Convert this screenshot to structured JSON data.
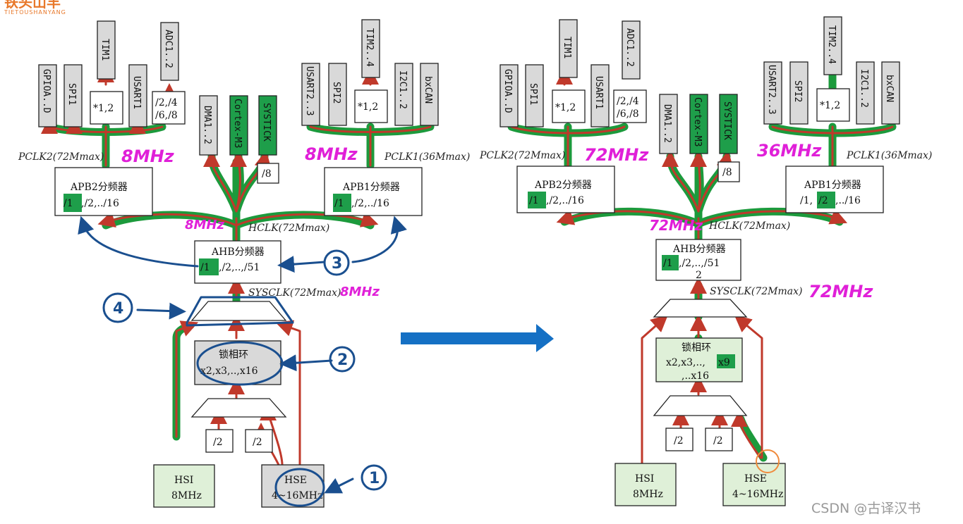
{
  "logo": {
    "main": "铁头山羊",
    "sub": "TIETOUSHANYANG"
  },
  "watermark": "CSDN @古译汉书",
  "left": {
    "apb2_periph": [
      "GPIOA..D",
      "SPI1",
      "TIM1",
      "USART1",
      "ADC1..2"
    ],
    "apb2_tim_mult": "*1,2",
    "adc_div": [
      "/2,/4",
      "/6,/8"
    ],
    "center_periph": [
      "DMA1..2",
      "Cortex-M3",
      "SYSTICK"
    ],
    "systick_div": "/8",
    "apb1_periph": [
      "USART2..3",
      "SPI2",
      "TIM2..4",
      "I2C1..2",
      "bxCAN"
    ],
    "apb1_tim_mult": "*1,2",
    "pclk2_label": "PCLK2(72Mmax)",
    "pclk1_label": "PCLK1(36Mmax)",
    "pclk2_freq": "8MHz",
    "pclk1_freq": "8MHz",
    "apb2_title": "APB2分频器",
    "apb2_divs": [
      "/1",
      ",/2,../16"
    ],
    "apb1_title": "APB1分频器",
    "apb1_divs": [
      "/1",
      ",/2,../16"
    ],
    "hclk_label": "HCLK(72Mmax)",
    "hclk_freq": "8MHz",
    "ahb_title": "AHB分频器",
    "ahb_divs": [
      "/1",
      ",/2,..,/51"
    ],
    "sysclk_label": "SYSCLK(72Mmax)",
    "sysclk_freq": "8MHz",
    "pll_title": "锁相环",
    "pll_mults": "x2,x3,..,x16",
    "pre_div": [
      "/2",
      "/2"
    ],
    "hsi": [
      "HSI",
      "8MHz"
    ],
    "hse": [
      "HSE",
      "4~16MHz"
    ],
    "step_numbers": [
      "1",
      "2",
      "3",
      "4"
    ]
  },
  "right": {
    "apb2_periph": [
      "GPIOA..D",
      "SPI1",
      "TIM1",
      "USART1",
      "ADC1..2"
    ],
    "apb2_tim_mult": "*1,2",
    "adc_div": [
      "/2,/4",
      "/6,/8"
    ],
    "center_periph": [
      "DMA1..2",
      "Cortex-M3",
      "SYSTICK"
    ],
    "systick_div": "/8",
    "apb1_periph": [
      "USART2..3",
      "SPI2",
      "TIM2..4",
      "I2C1..2",
      "bxCAN"
    ],
    "apb1_tim_mult": "*1,2",
    "pclk2_label": "PCLK2(72Mmax)",
    "pclk1_label": "PCLK1(36Mmax)",
    "pclk2_freq": "72MHz",
    "pclk1_freq": "36MHz",
    "apb2_title": "APB2分频器",
    "apb2_divs": [
      "/1",
      ",/2,../16"
    ],
    "apb1_title": "APB1分频器",
    "apb1_divs": [
      "/1,",
      "/2",
      ",../16"
    ],
    "hclk_label": "HCLK(72Mmax)",
    "hclk_freq": "72MHz",
    "ahb_title": "AHB分频器",
    "ahb_divs": [
      "/1",
      ",/2,..,/51",
      "2"
    ],
    "sysclk_label": "SYSCLK(72Mmax)",
    "sysclk_freq": "72MHz",
    "pll_title": "锁相环",
    "pll_mults": [
      "x2,x3,..,",
      "x9",
      ",..x16"
    ],
    "pre_div": [
      "/2",
      "/2"
    ],
    "hsi": [
      "HSI",
      "8MHz"
    ],
    "hse": [
      "HSE",
      "4~16MHz"
    ]
  },
  "colors": {
    "green_path": "#1c9a3c",
    "red_path": "#c0392b",
    "blue_annot": "#1a4f8f",
    "handwriting": "#e020d8",
    "arrow": "#1570c4",
    "highlight": "#1e9e4a"
  }
}
